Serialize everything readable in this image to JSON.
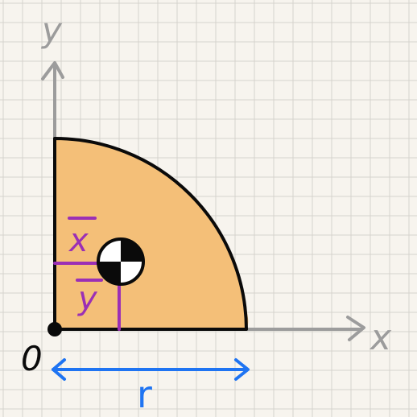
{
  "labels": {
    "y_axis": "y",
    "x_axis": "x",
    "origin": "0",
    "x_bar": "x",
    "y_bar": "y",
    "radius": "r"
  },
  "colors": {
    "background": "#f7f4ee",
    "grid": "#d6d3cd",
    "axis": "#9c9c9c",
    "fill": "#f4bf78",
    "outline": "#0a0a0a",
    "centroid_lines": "#9b2fb5",
    "dimension_arrow": "#1f74f2"
  },
  "icons": {
    "centroid": "centroid-symbol-icon",
    "origin": "origin-dot-icon"
  }
}
